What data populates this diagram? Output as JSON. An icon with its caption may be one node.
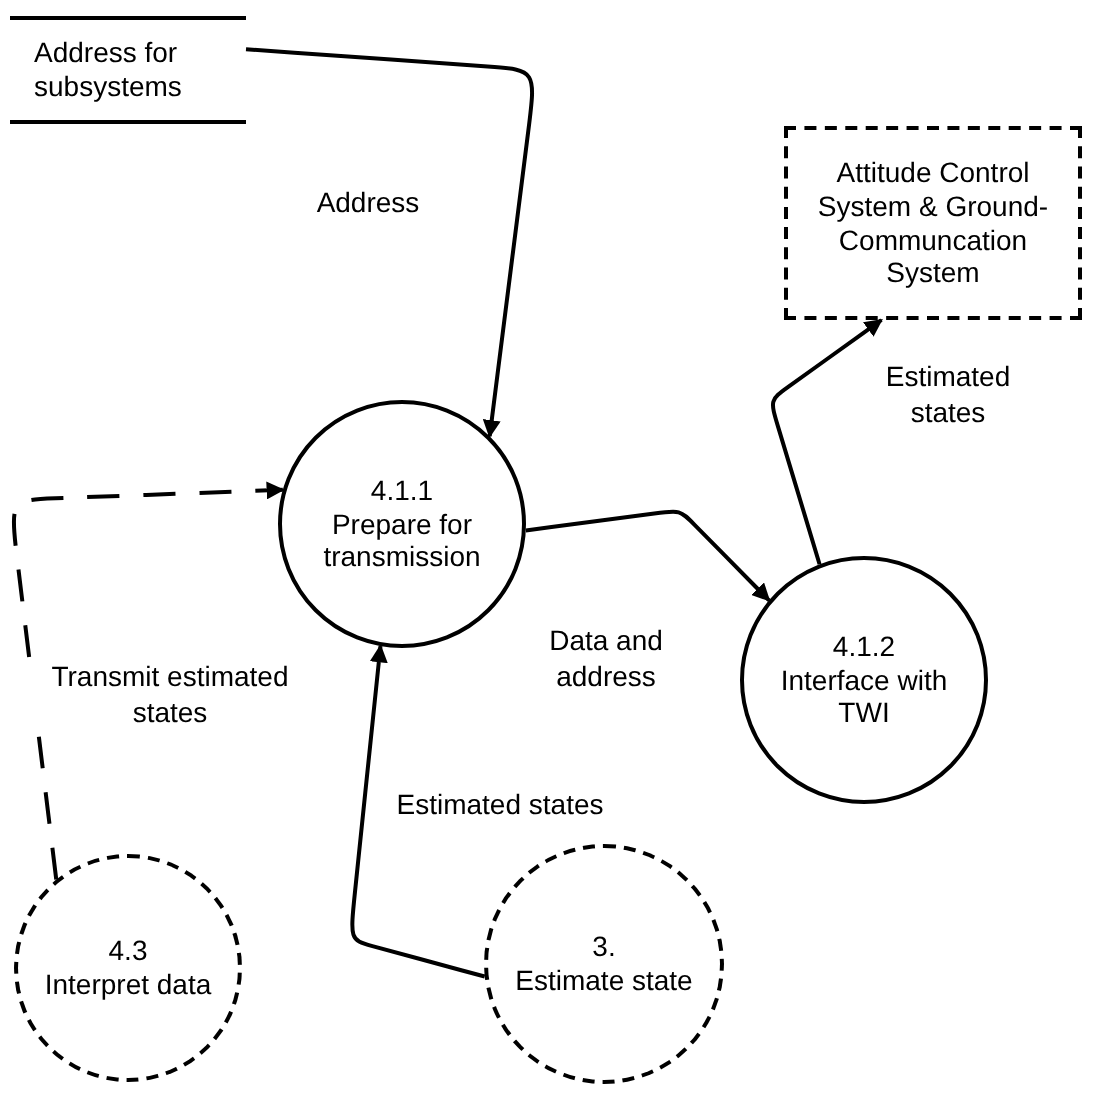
{
  "diagram": {
    "nodes": [
      {
        "text": [
          "Address for subsystems"
        ]
      },
      {
        "text": [
          "Attitude Control System & Ground-Communcation System"
        ]
      },
      {
        "text": [
          "4.1.1",
          "Prepare for transmission"
        ]
      },
      {
        "text": [
          "4.1.2",
          "Interface with TWI"
        ]
      },
      {
        "text": [
          "4.3",
          "Interpret data"
        ]
      },
      {
        "text": [
          "3.",
          "Estimate state"
        ]
      }
    ],
    "edges": [
      {
        "from": 0,
        "to": 2,
        "arrow": "to",
        "label": "Address"
      },
      {
        "from": 3,
        "to": 1,
        "arrow": "to",
        "label": "Estimated states"
      },
      {
        "from": 2,
        "to": 3,
        "arrow": "to",
        "label": "Data and address"
      },
      {
        "from": 4,
        "to": 2,
        "arrow": "to",
        "label": "Transmit estimated states",
        "style": "dashed"
      },
      {
        "from": 5,
        "to": 2,
        "arrow": "to",
        "label": "Estimated states"
      }
    ]
  }
}
